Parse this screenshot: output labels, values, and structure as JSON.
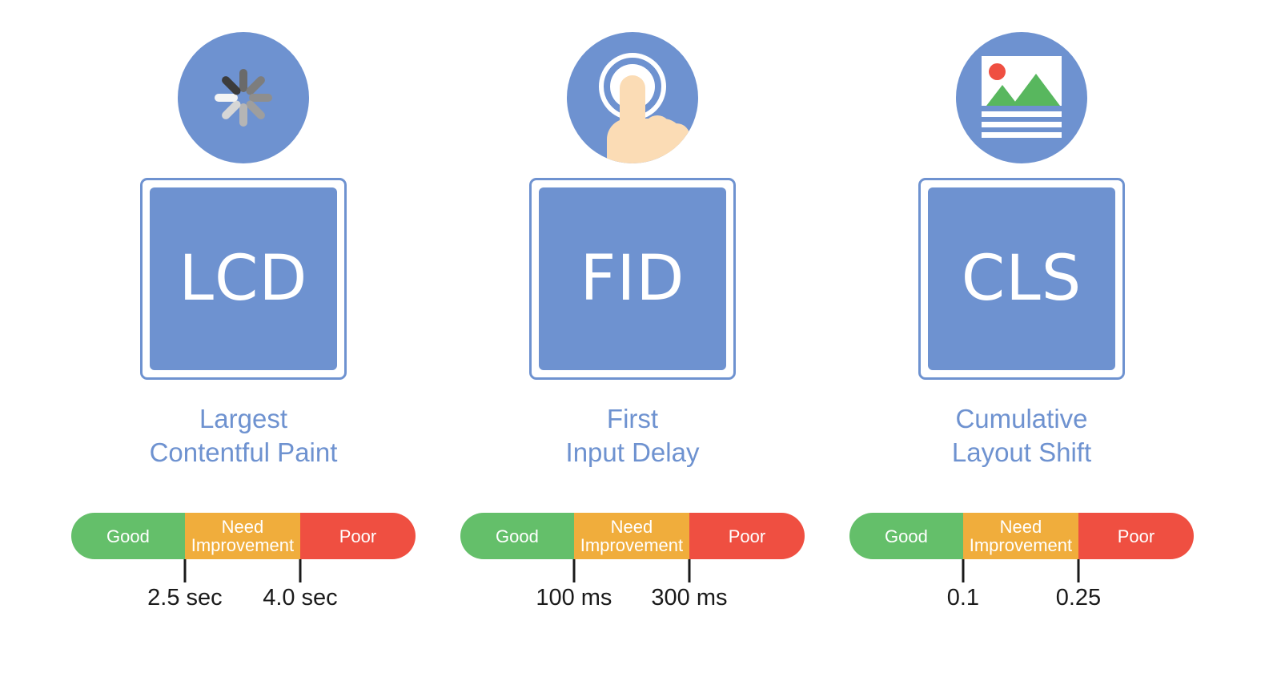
{
  "theme": {
    "background": "#ffffff",
    "brand_blue": "#6e92d0",
    "good_green": "#64bf6a",
    "need_orange": "#f0ad3c",
    "poor_red": "#ef4f41",
    "label_black": "#1a1a1a"
  },
  "metrics": [
    {
      "abbr": "LCD",
      "name": "Largest\nContentful Paint",
      "icon": "spinner-icon",
      "bar": {
        "segments": [
          {
            "label": "Good",
            "color": "#64bf6a",
            "width_pct": 33.0
          },
          {
            "label": "Need\nImprovement",
            "color": "#f0ad3c",
            "width_pct": 33.5
          },
          {
            "label": "Poor",
            "color": "#ef4f41",
            "width_pct": 33.5
          }
        ],
        "thresholds": [
          {
            "value": "2.5 sec",
            "pos_pct": 33.0
          },
          {
            "value": "4.0 sec",
            "pos_pct": 66.5
          }
        ]
      }
    },
    {
      "abbr": "FID",
      "name": "First\nInput Delay",
      "icon": "tap-finger-icon",
      "bar": {
        "segments": [
          {
            "label": "Good",
            "color": "#64bf6a",
            "width_pct": 33.0
          },
          {
            "label": "Need\nImprovement",
            "color": "#f0ad3c",
            "width_pct": 33.5
          },
          {
            "label": "Poor",
            "color": "#ef4f41",
            "width_pct": 33.5
          }
        ],
        "thresholds": [
          {
            "value": "100 ms",
            "pos_pct": 33.0
          },
          {
            "value": "300 ms",
            "pos_pct": 66.5
          }
        ]
      }
    },
    {
      "abbr": "CLS",
      "name": "Cumulative\nLayout Shift",
      "icon": "image-layout-icon",
      "bar": {
        "segments": [
          {
            "label": "Good",
            "color": "#64bf6a",
            "width_pct": 33.0
          },
          {
            "label": "Need\nImprovement",
            "color": "#f0ad3c",
            "width_pct": 33.5
          },
          {
            "label": "Poor",
            "color": "#ef4f41",
            "width_pct": 33.5
          }
        ],
        "thresholds": [
          {
            "value": "0.1",
            "pos_pct": 33.0
          },
          {
            "value": "0.25",
            "pos_pct": 66.5
          }
        ]
      }
    }
  ],
  "spinner_segments": [
    "#6a6a6a",
    "#7d7d7d",
    "#8e8e8e",
    "#9e9e9e",
    "#b5b5b5",
    "#d6d6d6",
    "#f4f4f4",
    "#3c3c3c"
  ]
}
